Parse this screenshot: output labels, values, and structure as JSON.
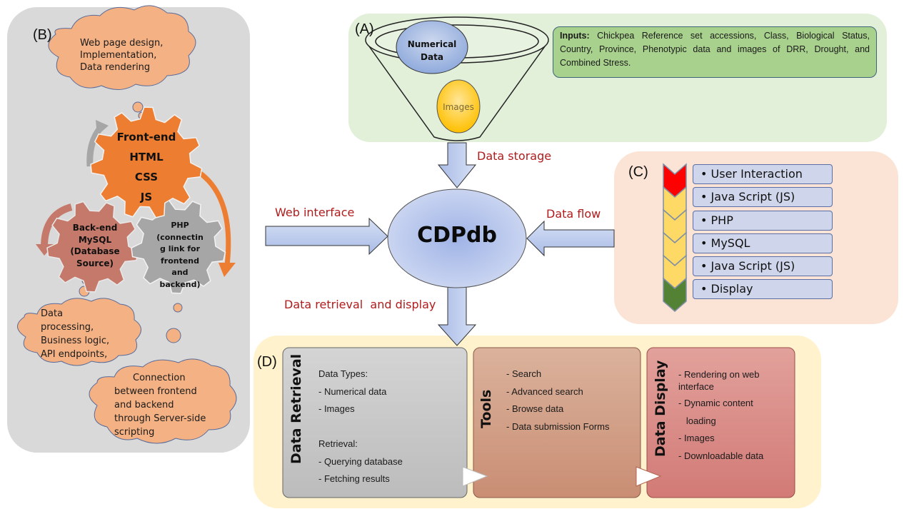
{
  "panels": {
    "A": {
      "label": "(A)",
      "funnel_items": {
        "numerical": "Numerical Data",
        "images": "Images"
      },
      "inputs_heading": "Inputs:",
      "inputs_text": " Chickpea Reference set accessions, Class, Biological Status, Country, Province, Phenotypic data and images of DRR, Drought, and Combined Stress."
    },
    "B": {
      "label": "(B)",
      "clouds": {
        "frontend": [
          "Web page design,",
          "Implementation,",
          "Data rendering"
        ],
        "backend": [
          "Data",
          "processing,",
          "Business logic,",
          "API endpoints,"
        ],
        "php": [
          "Connection",
          "between frontend",
          "and backend",
          "through Server-side",
          "scripting"
        ]
      },
      "gears": {
        "frontend": [
          "Front-end",
          "HTML",
          "CSS",
          "JS"
        ],
        "backend": [
          "Back-end",
          "MySQL",
          "(Database",
          "Source)"
        ],
        "php": [
          "PHP",
          "(connectin",
          "g link for",
          "frontend",
          "and",
          "backend)"
        ]
      }
    },
    "C": {
      "label": "(C)",
      "steps": [
        "User Interaction",
        "Java Script (JS)",
        "PHP",
        "MySQL",
        "Java Script (JS)",
        "Display"
      ],
      "step_colors": [
        "#ff0000",
        "#ffd966",
        "#ffd966",
        "#ffd966",
        "#ffd966",
        "#548235"
      ]
    },
    "D": {
      "label": "(D)",
      "cards": [
        {
          "title": "Data Retrieval",
          "lines": [
            "Data Types:",
            "- Numerical data",
            "- Images",
            "",
            "Retrieval:",
            "- Querying database",
            "- Fetching results"
          ]
        },
        {
          "title": "Tools",
          "lines": [
            "- Search",
            "- Advanced search",
            "- Browse data",
            "- Data submission Forms"
          ]
        },
        {
          "title": "Data Display",
          "lines": [
            "- Rendering on web",
            "interface",
            "- Dynamic content",
            "   loading",
            "- Images",
            "- Downloadable data"
          ]
        }
      ]
    }
  },
  "center": {
    "title": "CDPdb",
    "arrows": {
      "top": "Data storage",
      "left": "Web interface",
      "right": "Data flow",
      "bottom": "Data retrieval  and display"
    }
  },
  "colors": {
    "panel_a_bg": "#e2efd9",
    "panel_b_bg": "#d9d9d9",
    "panel_c_bg": "#fbe4d5",
    "panel_d_bg": "#fff2cc",
    "frontend_gear": "#ed7d31",
    "backend_gear": "#c5796a",
    "php_gear": "#a6a6a6",
    "cloud": "#f4b183",
    "arrow_blue": "#b4c6e7",
    "flow_label": "#b01c1c"
  }
}
